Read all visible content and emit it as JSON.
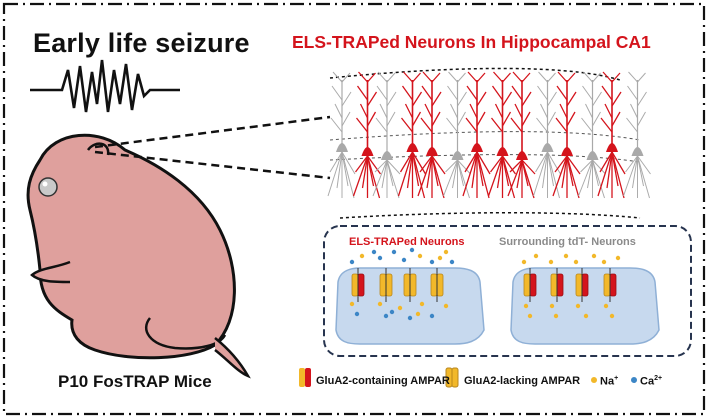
{
  "title_left": "Early life seizure",
  "title_right": "ELS-TRAPed Neurons In Hippocampal CA1",
  "caption": "P10 FosTRAP Mice",
  "panels": {
    "left_title": "ELS-TRAPed Neurons",
    "right_title": "Surrounding tdT- Neurons"
  },
  "legend": {
    "glua2_containing": "GluA2-containing AMPAR",
    "glua2_lacking": "GluA2-lacking AMPAR",
    "na": "Na",
    "na_sup": "+",
    "ca": "Ca",
    "ca_sup": "2+"
  },
  "colors": {
    "red": "#d4141c",
    "gray": "#a9a9a9",
    "yellow": "#f2b82a",
    "blue": "#3c86c6",
    "pup": "#dfa09d",
    "pup_outline": "#111111",
    "cell": "#c7d9ee",
    "panel_border": "#27344f"
  },
  "neurons": [
    "gray",
    "red",
    "gray",
    "red",
    "red",
    "gray",
    "red",
    "red",
    "red",
    "gray",
    "red",
    "gray",
    "red",
    "gray"
  ]
}
